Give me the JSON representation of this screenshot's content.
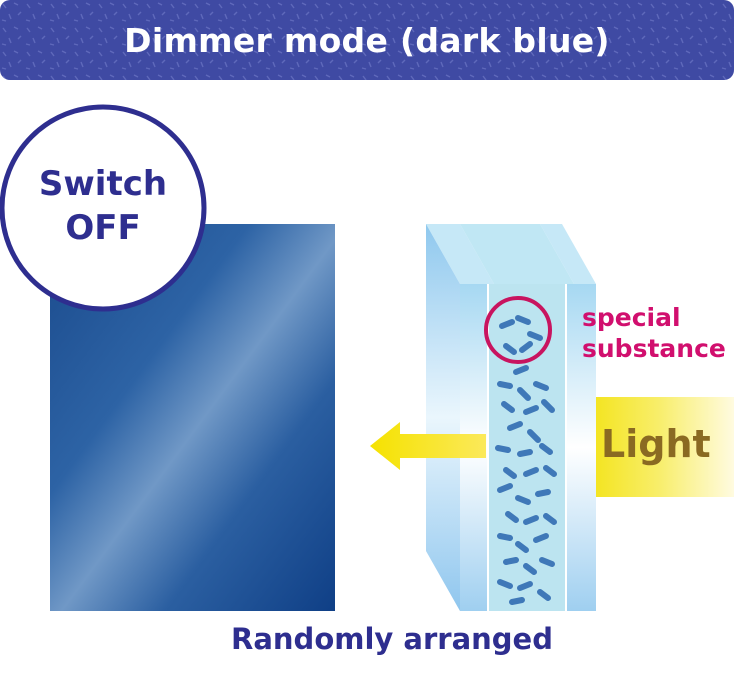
{
  "banner": {
    "title": "Dimmer mode (dark blue)",
    "bg_color": "#3f4aa3"
  },
  "switch_state": {
    "line1": "Switch",
    "line2": "OFF",
    "text_color": "#2e2e8f"
  },
  "magnifier": {
    "line1": "special",
    "line2": "substance",
    "color": "#d10f6e"
  },
  "light_label": "Light",
  "caption": "Randomly arranged",
  "icons": {
    "panel": "dark-blue-glass-panel",
    "arrow": "left-arrow-icon",
    "glass": "glass-cross-section",
    "particles": "rod-shaped-particles"
  },
  "colors": {
    "panel_dark": "#124a8c",
    "panel_light": "#6b96c6",
    "light_beam": "#f5e100",
    "particle": "#3f78b8",
    "glass": "#9fd4f0"
  }
}
